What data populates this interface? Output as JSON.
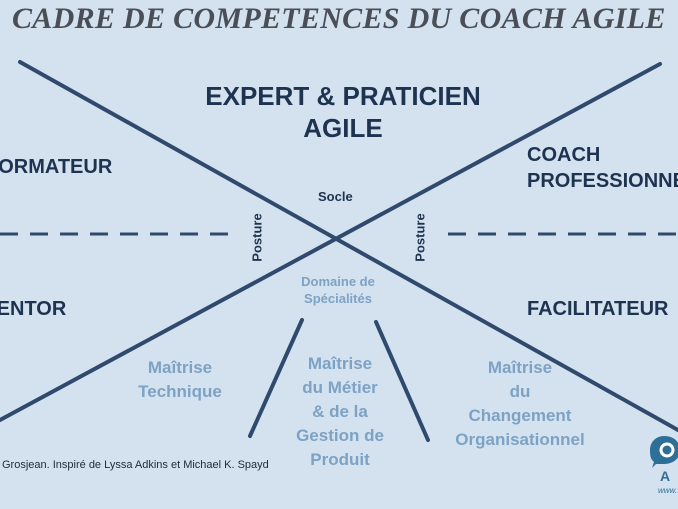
{
  "title": "CADRE DE COMPETENCES DU COACH AGILE",
  "top": {
    "line1": "EXPERT & PRATICIEN",
    "line2": "AGILE"
  },
  "left_upper": "FORMATEUR",
  "left_lower": "MENTOR",
  "right_upper": {
    "line1": "COACH",
    "line2": "PROFESSIONNEL"
  },
  "right_lower": "FACILITATEUR",
  "center": {
    "socle": "Socle",
    "posture_left": "Posture",
    "posture_right": "Posture",
    "specialites": {
      "line1": "Domaine de",
      "line2": "Spécialités"
    }
  },
  "domains": [
    {
      "lines": [
        "Maîtrise",
        "Technique"
      ]
    },
    {
      "lines": [
        "Maîtrise",
        "du Métier",
        "& de la",
        "Gestion de",
        "Produit"
      ]
    },
    {
      "lines": [
        "Maîtrise",
        "du",
        "Changement",
        "Organisationnel"
      ]
    }
  ],
  "credit": "Grosjean. Inspiré de Lyssa Adkins et Michael K. Spayd",
  "logo": {
    "letter": "A",
    "url": "www."
  },
  "colors": {
    "background": "#d4e2f0",
    "lines": "#2f4a6c",
    "dark_text": "#1e3350",
    "light_text": "#7da2c4",
    "logo": "#2e6f98"
  }
}
